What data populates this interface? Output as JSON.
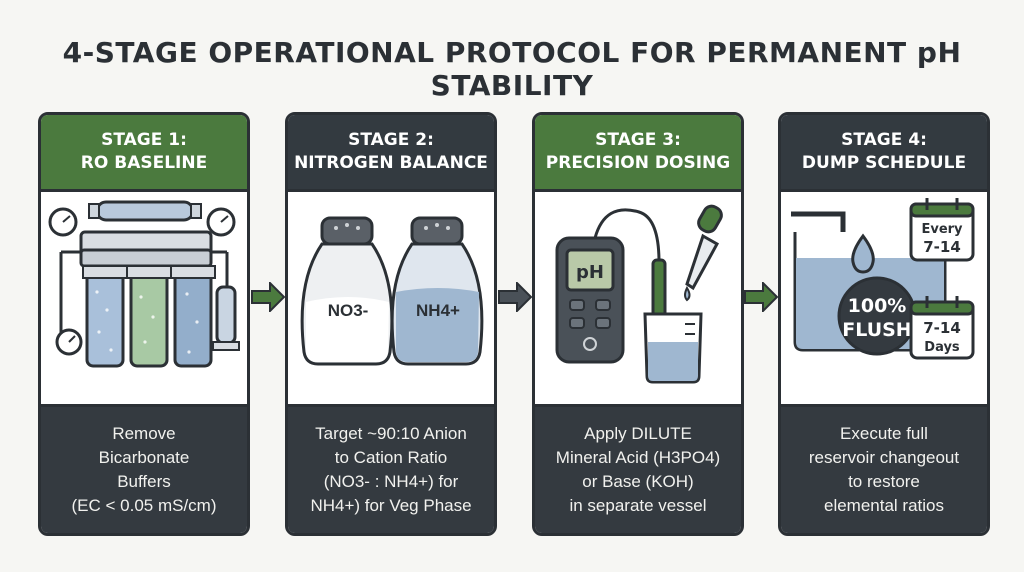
{
  "title": "4-STAGE OPERATIONAL PROTOCOL FOR PERMANENT pH STABILITY",
  "colors": {
    "green": "#4b7a3e",
    "dark": "#333a40",
    "water": "#9fb7d0"
  },
  "stages": [
    {
      "label": "STAGE 1:",
      "name": "RO BASELINE",
      "desc": [
        "Remove",
        "Bicarbonate",
        "Buffers",
        "(EC < 0.05 mS/cm)"
      ]
    },
    {
      "label": "STAGE 2:",
      "name": "NITROGEN BALANCE",
      "art_labels": {
        "nitrate": "NO3-",
        "ammonium": "NH4+"
      },
      "desc": [
        "Target ~90:10 Anion",
        "to Cation Ratio",
        "(NO3- : NH4+) for",
        "NH4+) for Veg Phase"
      ]
    },
    {
      "label": "STAGE 3:",
      "name": "PRECISION DOSING",
      "art_labels": {
        "meter": "pH"
      },
      "desc": [
        "Apply DILUTE",
        "Mineral Acid (H3PO4)",
        "or Base (KOH)",
        "in separate vessel"
      ]
    },
    {
      "label": "STAGE 4:",
      "name": "DUMP SCHEDULE",
      "art_labels": {
        "flush_pct": "100%",
        "flush_word": "FLUSH",
        "cal1_top": "Every",
        "cal1_bottom": "7-14",
        "cal2_top": "7-14",
        "cal2_bottom": "Days"
      },
      "desc": [
        "Execute full",
        "reservoir changeout",
        "to restore",
        "elemental ratios"
      ]
    }
  ]
}
